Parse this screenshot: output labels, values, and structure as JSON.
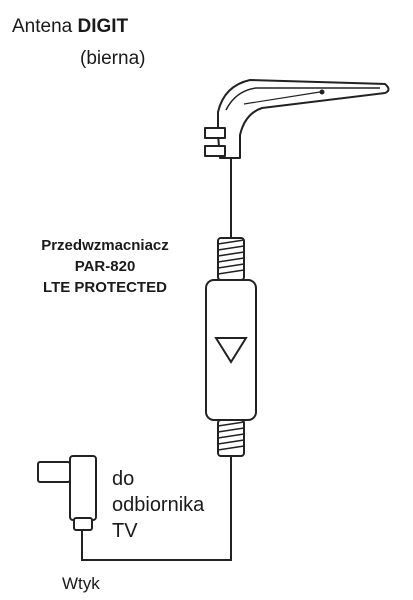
{
  "antenna": {
    "name_prefix": "Antena ",
    "name_bold": "DIGIT",
    "type": "(bierna)"
  },
  "amplifier": {
    "line1": "Przedwzmacniacz",
    "line2": "PAR-820",
    "line3": "LTE PROTECTED"
  },
  "destination": {
    "line1": "do",
    "line2": "odbiornika",
    "line3": "TV"
  },
  "plug": {
    "label": "Wtyk"
  }
}
